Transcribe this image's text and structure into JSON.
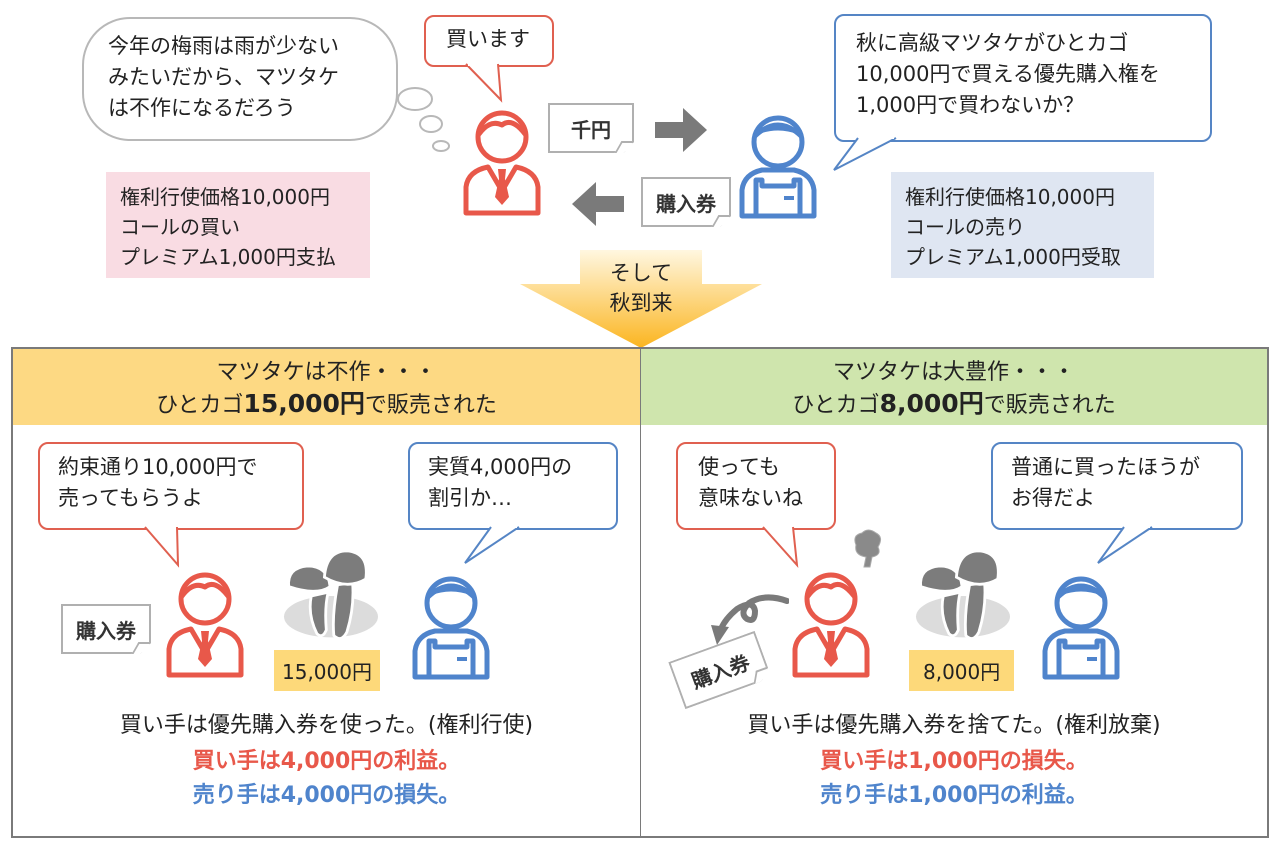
{
  "colors": {
    "buyer_red": "#e8584a",
    "seller_blue": "#4f84cc",
    "pink_box": "#f9dce3",
    "blue_box": "#dfe6f2",
    "orange_header": "#fdd983",
    "green_header": "#cfe5ad",
    "price_yellow": "#fdd97a",
    "arrow_gray": "#7a7a7a"
  },
  "top": {
    "thought_bubble": [
      "今年の梅雨は雨が少ない",
      "みたいだから、マツタケ",
      "は不作になるだろう"
    ],
    "buyer_speech": "買います",
    "seller_speech": [
      "秋に高級マツタケがひとカゴ",
      "10,000円で買える優先購入権を",
      "1,000円で買わないか？"
    ],
    "money_ticket": "千円",
    "voucher_ticket": "購入券",
    "buyer_info": [
      "権利行使価格10,000円",
      "コールの買い",
      "プレミアム1,000円支払"
    ],
    "seller_info": [
      "権利行使価格10,000円",
      "コールの売り",
      "プレミアム1,000円受取"
    ],
    "transition_arrow": [
      "そして",
      "秋到来"
    ]
  },
  "left_panel": {
    "header_line1": "マツタケは不作・・・",
    "header_line2_pre": "ひとカゴ",
    "header_line2_bold": "15,000円",
    "header_line2_post": "で販売された",
    "buyer_speech": [
      "約束通り10,000円で",
      "売ってもらうよ"
    ],
    "seller_speech": [
      "実質4,000円の",
      "割引か…"
    ],
    "voucher_ticket": "購入券",
    "price": "15,000円",
    "summary": "買い手は優先購入券を使った。(権利行使)",
    "buyer_result": "買い手は4,000円の利益。",
    "seller_result": "売り手は4,000円の損失。"
  },
  "right_panel": {
    "header_line1": "マツタケは大豊作・・・",
    "header_line2_pre": "ひとカゴ",
    "header_line2_bold": "8,000円",
    "header_line2_post": "で販売された",
    "buyer_speech": [
      "使っても",
      "意味ないね"
    ],
    "seller_speech": [
      "普通に買ったほうが",
      "お得だよ"
    ],
    "voucher_ticket": "購入券",
    "price": "8,000円",
    "summary": "買い手は優先購入券を捨てた。(権利放棄)",
    "buyer_result": "買い手は1,000円の損失。",
    "seller_result": "売り手は1,000円の利益。"
  }
}
